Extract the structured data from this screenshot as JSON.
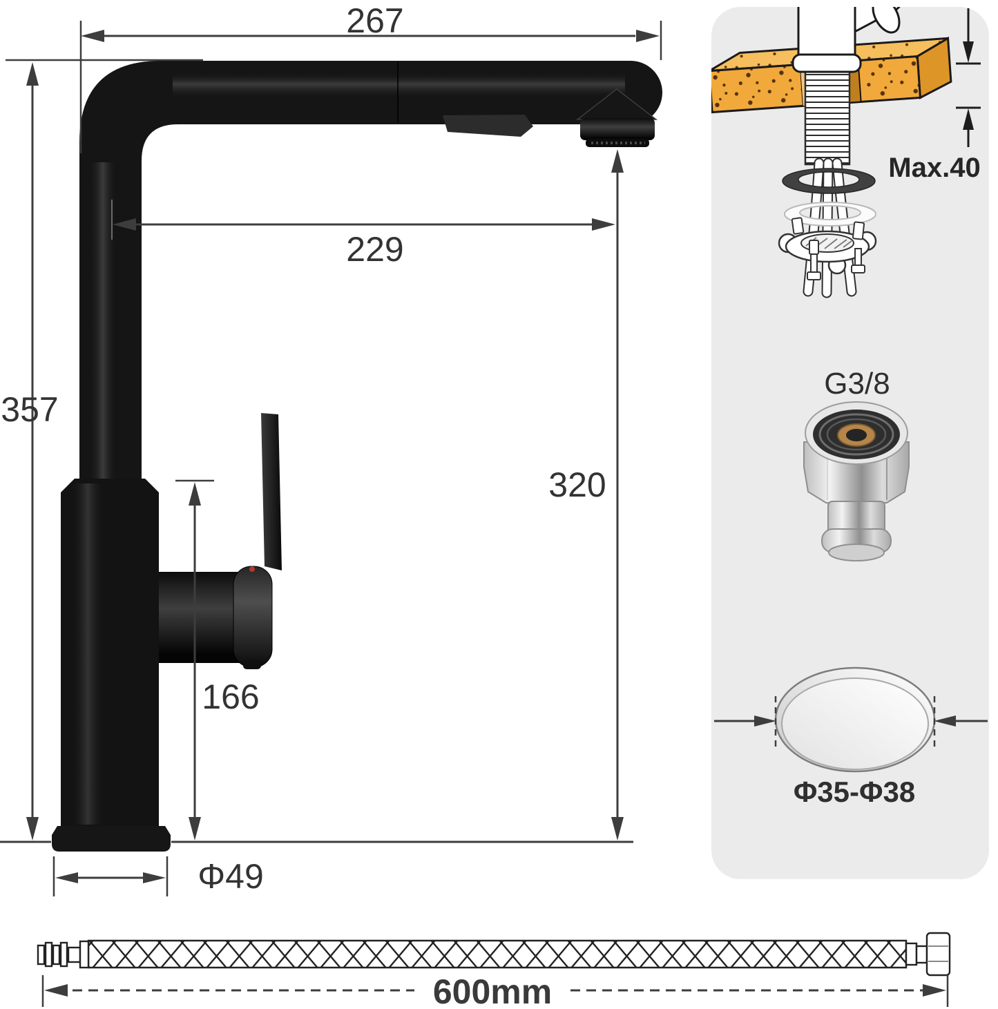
{
  "diagram": {
    "dimensions": {
      "spout_width": "267",
      "spout_reach": "229",
      "total_height": "357",
      "outlet_height": "320",
      "body_height": "166",
      "base_diameter": "Φ49"
    },
    "installation": {
      "max_countertop_thickness": "Max.40",
      "connector_thread": "G3/8",
      "hole_diameter": "Φ35-Φ38"
    },
    "hose": {
      "length": "600mm"
    },
    "colors": {
      "background": "#FFFFFF",
      "panel_background": "#EBEBEB",
      "faucet_black": "#151515",
      "countertop_orange": "#F2A93B",
      "dimension_line": "#3D3D3D",
      "brass": "#B5854A"
    }
  }
}
